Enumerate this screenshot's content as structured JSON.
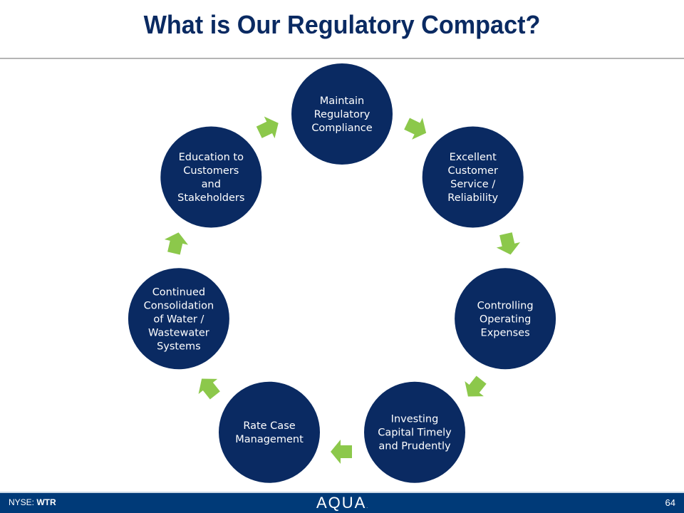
{
  "slide": {
    "title": "What is Our Regulatory Compact?",
    "page_number": "64"
  },
  "footer": {
    "exchange_label": "NYSE:",
    "ticker": "WTR",
    "logo_text": "AQUA",
    "logo_mark": "."
  },
  "diagram": {
    "type": "cycle",
    "direction": "clockwise",
    "colors": {
      "node_fill": "#0a2a62",
      "node_text": "#ffffff",
      "arrow_fill": "#8cc84b"
    },
    "nodes": [
      {
        "id": "maintain-regulatory-compliance",
        "lines": [
          "Maintain",
          "Regulatory",
          "Compliance"
        ]
      },
      {
        "id": "excellent-customer-service",
        "lines": [
          "Excellent",
          "Customer",
          "Service /",
          "Reliability"
        ]
      },
      {
        "id": "controlling-operating-expenses",
        "lines": [
          "Controlling",
          "Operating",
          "Expenses"
        ]
      },
      {
        "id": "investing-capital",
        "lines": [
          "Investing",
          "Capital Timely",
          "and Prudently"
        ]
      },
      {
        "id": "rate-case-management",
        "lines": [
          "Rate Case",
          "Management"
        ]
      },
      {
        "id": "continued-consolidation",
        "lines": [
          "Continued",
          "Consolidation",
          "of Water /",
          "Wastewater",
          "Systems"
        ]
      },
      {
        "id": "education-to-customers",
        "lines": [
          "Education to",
          "Customers",
          "and",
          "Stakeholders"
        ]
      }
    ]
  }
}
